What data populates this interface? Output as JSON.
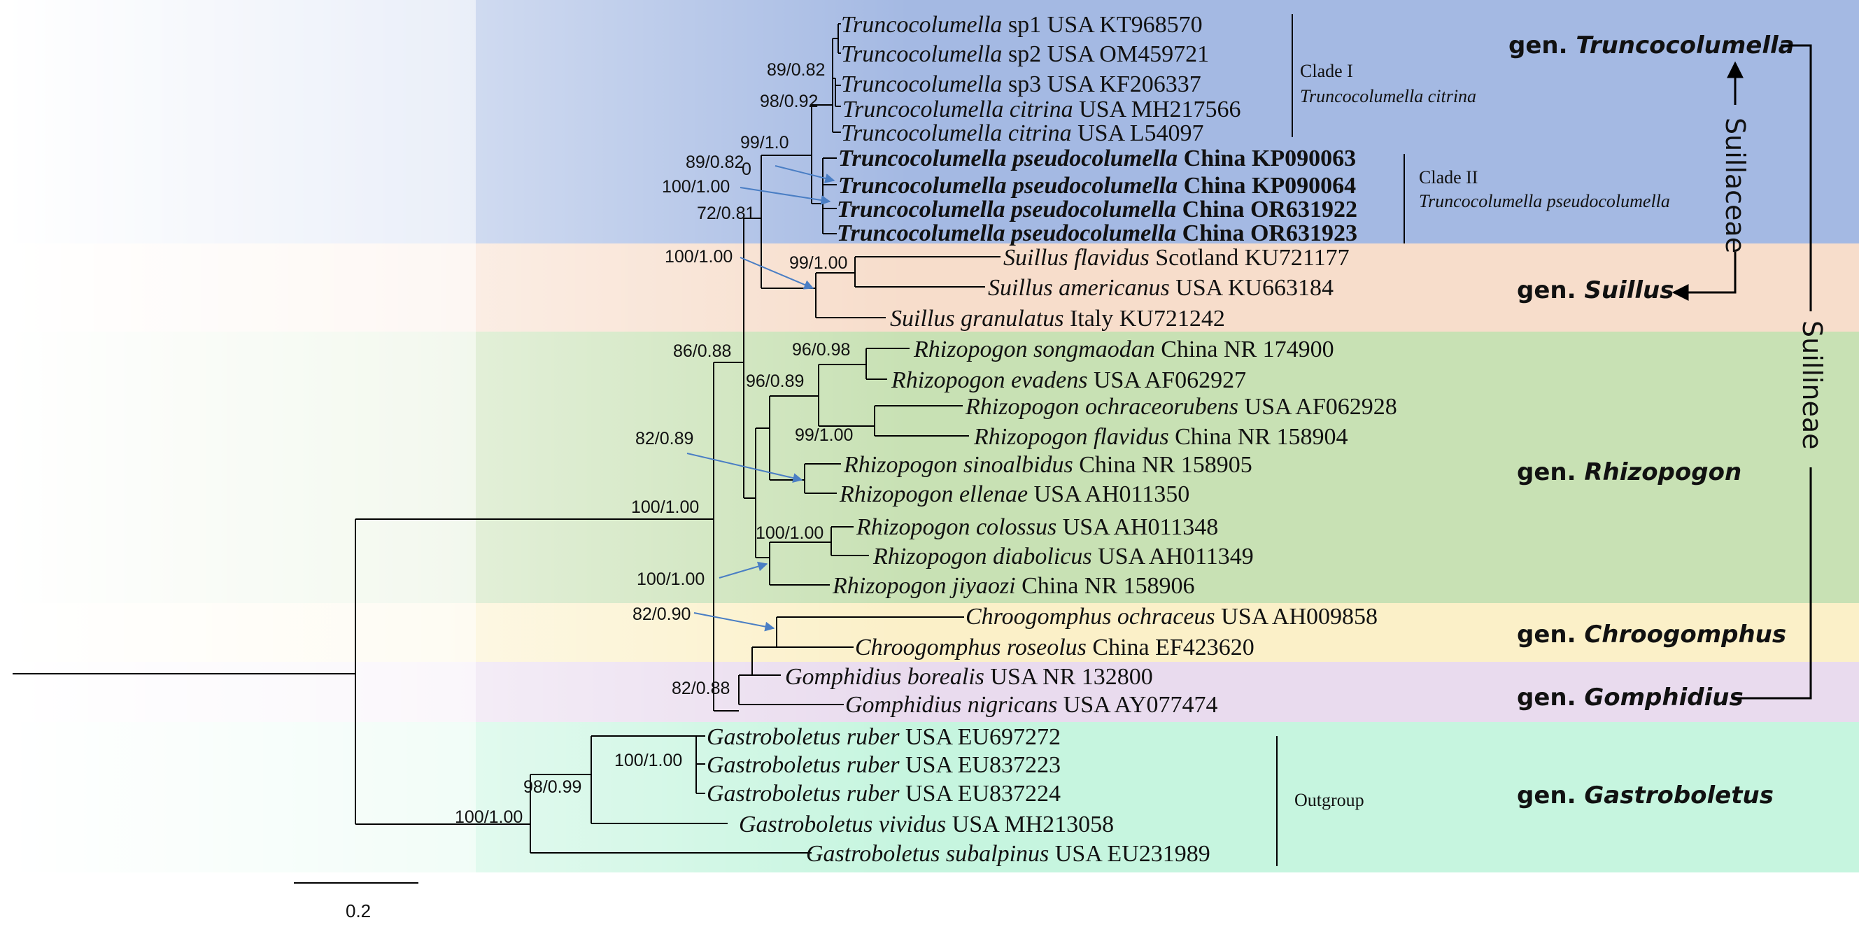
{
  "colors": {
    "truncocolumella": "#a4b9e3",
    "suillus": "#f7ddcb",
    "rhizopogon": "#c8e1b4",
    "chroogomphus": "#fbf0c8",
    "gomphidius": "#e9dbee",
    "gastroboletus": "#c6f5df",
    "arrow": "#4a7ec4"
  },
  "taxa": [
    {
      "genus": "Truncocolumella",
      "rest": " sp1 USA KT968570"
    },
    {
      "genus": "Truncocolumella",
      "rest": " sp2 USA OM459721"
    },
    {
      "genus": "Truncocolumella",
      "rest": " sp3 USA KF206337"
    },
    {
      "genus": "Truncocolumella citrina",
      "rest": " USA MH217566"
    },
    {
      "genus": "Truncocolumella citrina",
      "rest": " USA L54097"
    },
    {
      "genus": "Truncocolumella pseudocolumella",
      "rest": " China KP090063"
    },
    {
      "genus": "Truncocolumella pseudocolumella",
      "rest": " China KP090064"
    },
    {
      "genus": "Truncocolumella pseudocolumella",
      "rest": " China OR631922"
    },
    {
      "genus": "Truncocolumella pseudocolumella",
      "rest": " China OR631923"
    },
    {
      "genus": "Suillus flavidus",
      "rest": " Scotland KU721177"
    },
    {
      "genus": "Suillus americanus",
      "rest": " USA KU663184"
    },
    {
      "genus": "Suillus granulatus",
      "rest": " Italy KU721242"
    },
    {
      "genus": "Rhizopogon songmaodan",
      "rest": " China NR 174900"
    },
    {
      "genus": "Rhizopogon evadens",
      "rest": " USA AF062927"
    },
    {
      "genus": "Rhizopogon ochraceorubens",
      "rest": " USA AF062928"
    },
    {
      "genus": "Rhizopogon flavidus",
      "rest": " China NR 158904"
    },
    {
      "genus": "Rhizopogon sinoalbidus",
      "rest": " China NR 158905"
    },
    {
      "genus": "Rhizopogon ellenae",
      "rest": " USA AH011350"
    },
    {
      "genus": "Rhizopogon colossus",
      "rest": " USA AH011348"
    },
    {
      "genus": "Rhizopogon diabolicus",
      "rest": " USA AH011349"
    },
    {
      "genus": "Rhizopogon jiyaozi",
      "rest": " China NR 158906"
    },
    {
      "genus": "Chroogomphus ochraceus",
      "rest": " USA AH009858"
    },
    {
      "genus": "Chroogomphus roseolus",
      "rest": " China EF423620"
    },
    {
      "genus": "Gomphidius borealis",
      "rest": " USA NR 132800"
    },
    {
      "genus": "Gomphidius nigricans",
      "rest": " USA AY077474"
    },
    {
      "genus": "Gastroboletus ruber",
      "rest": " USA EU697272"
    },
    {
      "genus": "Gastroboletus ruber",
      "rest": " USA EU837223"
    },
    {
      "genus": "Gastroboletus ruber",
      "rest": " USA EU837224"
    },
    {
      "genus": "Gastroboletus vividus",
      "rest": " USA MH213058"
    },
    {
      "genus": "Gastroboletus subalpinus",
      "rest": " USA EU231989"
    }
  ],
  "supports": [
    "89/0.82",
    "98/0.92",
    "99/1.0",
    "89/0.82",
    "0",
    "100/1.00",
    "72/0.81",
    "100/1.00",
    "99/1.00",
    "86/0.88",
    "96/0.98",
    "96/0.89",
    "99/1.00",
    "82/0.89",
    "100/1.00",
    "100/1.00",
    "100/1.00",
    "82/0.90",
    "82/0.88",
    "100/1.00",
    "98/0.99",
    "100/1.00"
  ],
  "clades": {
    "clade1": "Clade I",
    "clade1_species": "Truncocolumella citrina",
    "clade2": "Clade II",
    "clade2_species": "Truncocolumella pseudocolumella",
    "outgroup": "Outgroup"
  },
  "genus_labels": [
    {
      "prefix": "gen. ",
      "name": "Truncocolumella"
    },
    {
      "prefix": "gen. ",
      "name": "Suillus"
    },
    {
      "prefix": "gen. ",
      "name": "Rhizopogon"
    },
    {
      "prefix": "gen. ",
      "name": "Chroogomphus"
    },
    {
      "prefix": "gen. ",
      "name": "Gomphidius"
    },
    {
      "prefix": "gen. ",
      "name": "Gastroboletus"
    }
  ],
  "ranks": {
    "family": "Suillaceae",
    "suborder": "Suillineae"
  },
  "scale_bar": "0.2"
}
